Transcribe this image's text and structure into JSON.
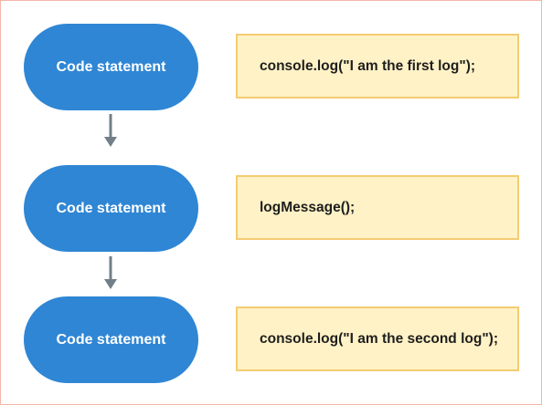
{
  "steps": [
    {
      "label": "Code statement",
      "code": "console.log(\"I am the first log\");"
    },
    {
      "label": "Code statement",
      "code": "logMessage();"
    },
    {
      "label": "Code statement",
      "code": "console.log(\"I am the second log\");"
    }
  ],
  "colors": {
    "node_fill": "#2f86d4",
    "node_text": "#ffffff",
    "code_fill": "#fff2c6",
    "code_border": "#f3cc72",
    "code_text": "#1e1e1e",
    "arrow": "#717f88",
    "frame_border": "#f1b8a8"
  }
}
